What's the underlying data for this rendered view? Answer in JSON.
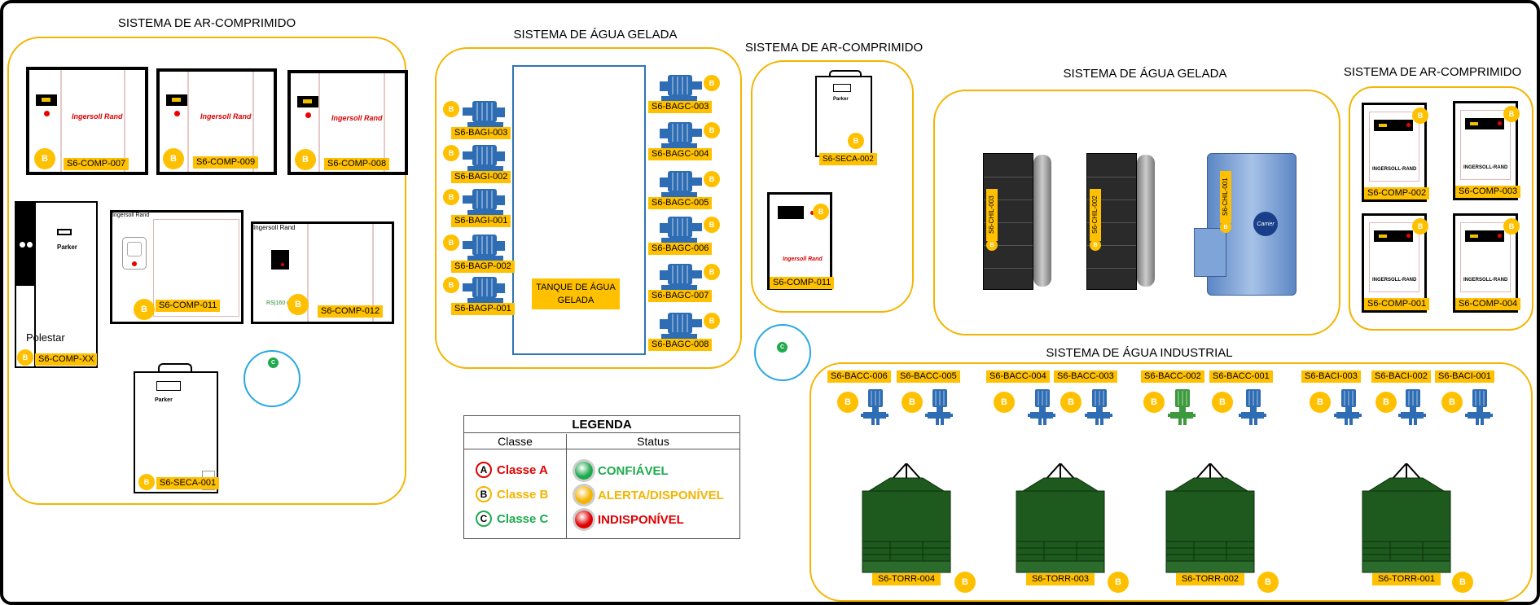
{
  "titles": {
    "ar1": "SISTEMA DE AR-COMPRIMIDO",
    "agua1": "SISTEMA DE ÁGUA GELADA",
    "ar2": "SISTEMA DE AR-COMPRIMIDO",
    "agua2": "SISTEMA DE ÁGUA GELADA",
    "ar3": "SISTEMA DE AR-COMPRIMIDO",
    "industrial": "SISTEMA DE ÁGUA INDUSTRIAL"
  },
  "class_mark": "B",
  "class_c_mark": "C",
  "ar1": {
    "comp007": "S6-COMP-007",
    "comp009": "S6-COMP-009",
    "comp008": "S6-COMP-008",
    "compxx": "S6-COMP-XX",
    "polestar": "Polestar",
    "comp011": "S6-COMP-011",
    "comp012": "S6-COMP-012",
    "seca001": "S6-SECA-001",
    "brand_ir": "Ingersoll Rand",
    "brand_parker": "Parker",
    "rs_label": "RS|160 i"
  },
  "agua1": {
    "tank": "TANQUE DE ÁGUA GELADA",
    "left_pumps": [
      "S6-BAGI-003",
      "S6-BAGI-002",
      "S6-BAGI-001",
      "S6-BAGP-002",
      "S6-BAGP-001"
    ],
    "right_pumps": [
      "S6-BAGC-003",
      "S6-BAGC-004",
      "S6-BAGC-005",
      "S6-BAGC-006",
      "S6-BAGC-007",
      "S6-BAGC-008"
    ]
  },
  "ar2": {
    "seca002": "S6-SECA-002",
    "comp011": "S6-COMP-011"
  },
  "agua2": {
    "chillers": [
      "S6-CHIL-003",
      "S6-CHIL-002",
      "S6-CHIL-001"
    ],
    "carrier": "Carrier"
  },
  "ar3": {
    "comps": [
      "S6-COMP-002",
      "S6-COMP-003",
      "S6-COMP-001",
      "S6-COMP-004"
    ],
    "brand": "INGERSOLL-RAND"
  },
  "industrial": {
    "pumps": [
      "S6-BACC-006",
      "S6-BACC-005",
      "S6-BACC-004",
      "S6-BACC-003",
      "S6-BACC-002",
      "S6-BACC-001",
      "S6-BACI-003",
      "S6-BACI-002",
      "S6-BACI-001"
    ],
    "towers": [
      "S6-TORR-004",
      "S6-TORR-003",
      "S6-TORR-002",
      "S6-TORR-001"
    ]
  },
  "legend": {
    "title": "LEGENDA",
    "col_class": "Classe",
    "col_status": "Status",
    "classes": [
      {
        "mark": "A",
        "label": "Classe A",
        "color": "#e00000"
      },
      {
        "mark": "B",
        "label": "Classe B",
        "color": "#f4b400"
      },
      {
        "mark": "C",
        "label": "Classe C",
        "color": "#1faa4e"
      }
    ],
    "statuses": [
      {
        "label": "CONFIÁVEL",
        "color": "#1faa4e"
      },
      {
        "label": "ALERTA/DISPONÍVEL",
        "color": "#f4b400"
      },
      {
        "label": "INDISPONÍVEL",
        "color": "#e00000"
      }
    ]
  },
  "colors": {
    "class_b": "#ffc000",
    "system_border": "#f4b400",
    "pump_blue": "#2e6db4",
    "pump_green": "#3c9a3c",
    "tower_green": "#1e5a1e",
    "tank_border": "#2e75b6"
  }
}
